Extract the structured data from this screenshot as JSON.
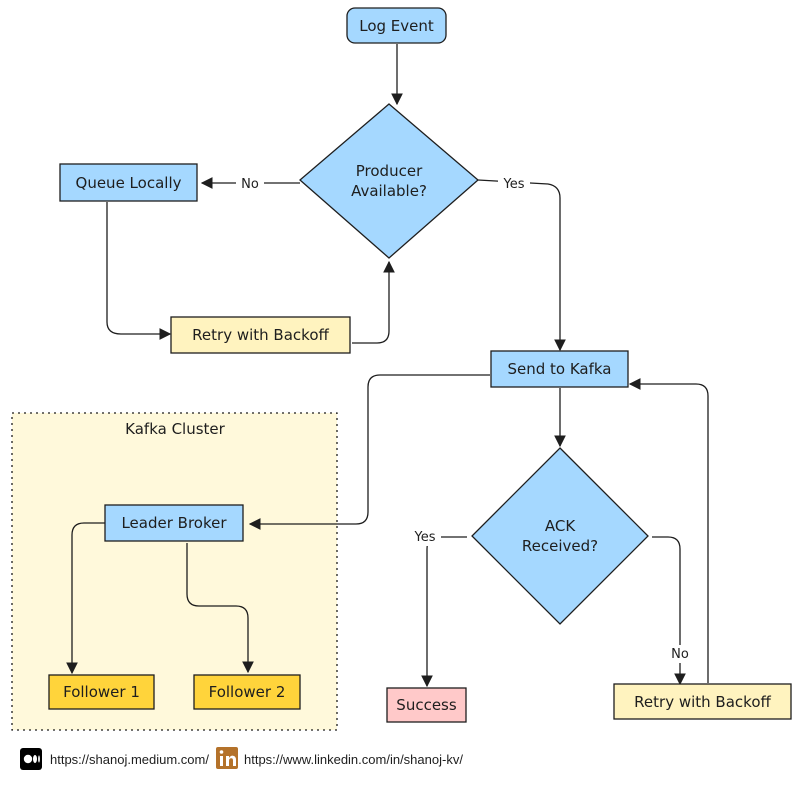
{
  "colors": {
    "process_fill": "#a5d8ff",
    "decision_fill": "#a5d8ff",
    "retry_fill": "#fff3bf",
    "follower_fill": "#ffd43b",
    "success_fill": "#ffc9c9",
    "cluster_fill": "#fff9db",
    "stroke": "#1e1e1e"
  },
  "nodes": {
    "log_event": "Log Event",
    "producer_available": [
      "Producer",
      "Available?"
    ],
    "queue_locally": "Queue Locally",
    "retry_backoff_top": "Retry with Backoff",
    "send_to_kafka": "Send to Kafka",
    "ack_received": [
      "ACK",
      "Received?"
    ],
    "leader_broker": "Leader Broker",
    "follower_1": "Follower 1",
    "follower_2": "Follower 2",
    "success": "Success",
    "retry_backoff_bottom": "Retry with Backoff"
  },
  "cluster": {
    "label": "Kafka Cluster"
  },
  "edges": {
    "producer_no": "No",
    "producer_yes": "Yes",
    "ack_yes": "Yes",
    "ack_no": "No"
  },
  "footer": {
    "medium_icon": "medium-logo-icon",
    "medium_url": "https://shanoj.medium.com/",
    "linkedin_icon": "linkedin-logo-icon",
    "linkedin_url": "https://www.linkedin.com/in/shanoj-kv/"
  }
}
